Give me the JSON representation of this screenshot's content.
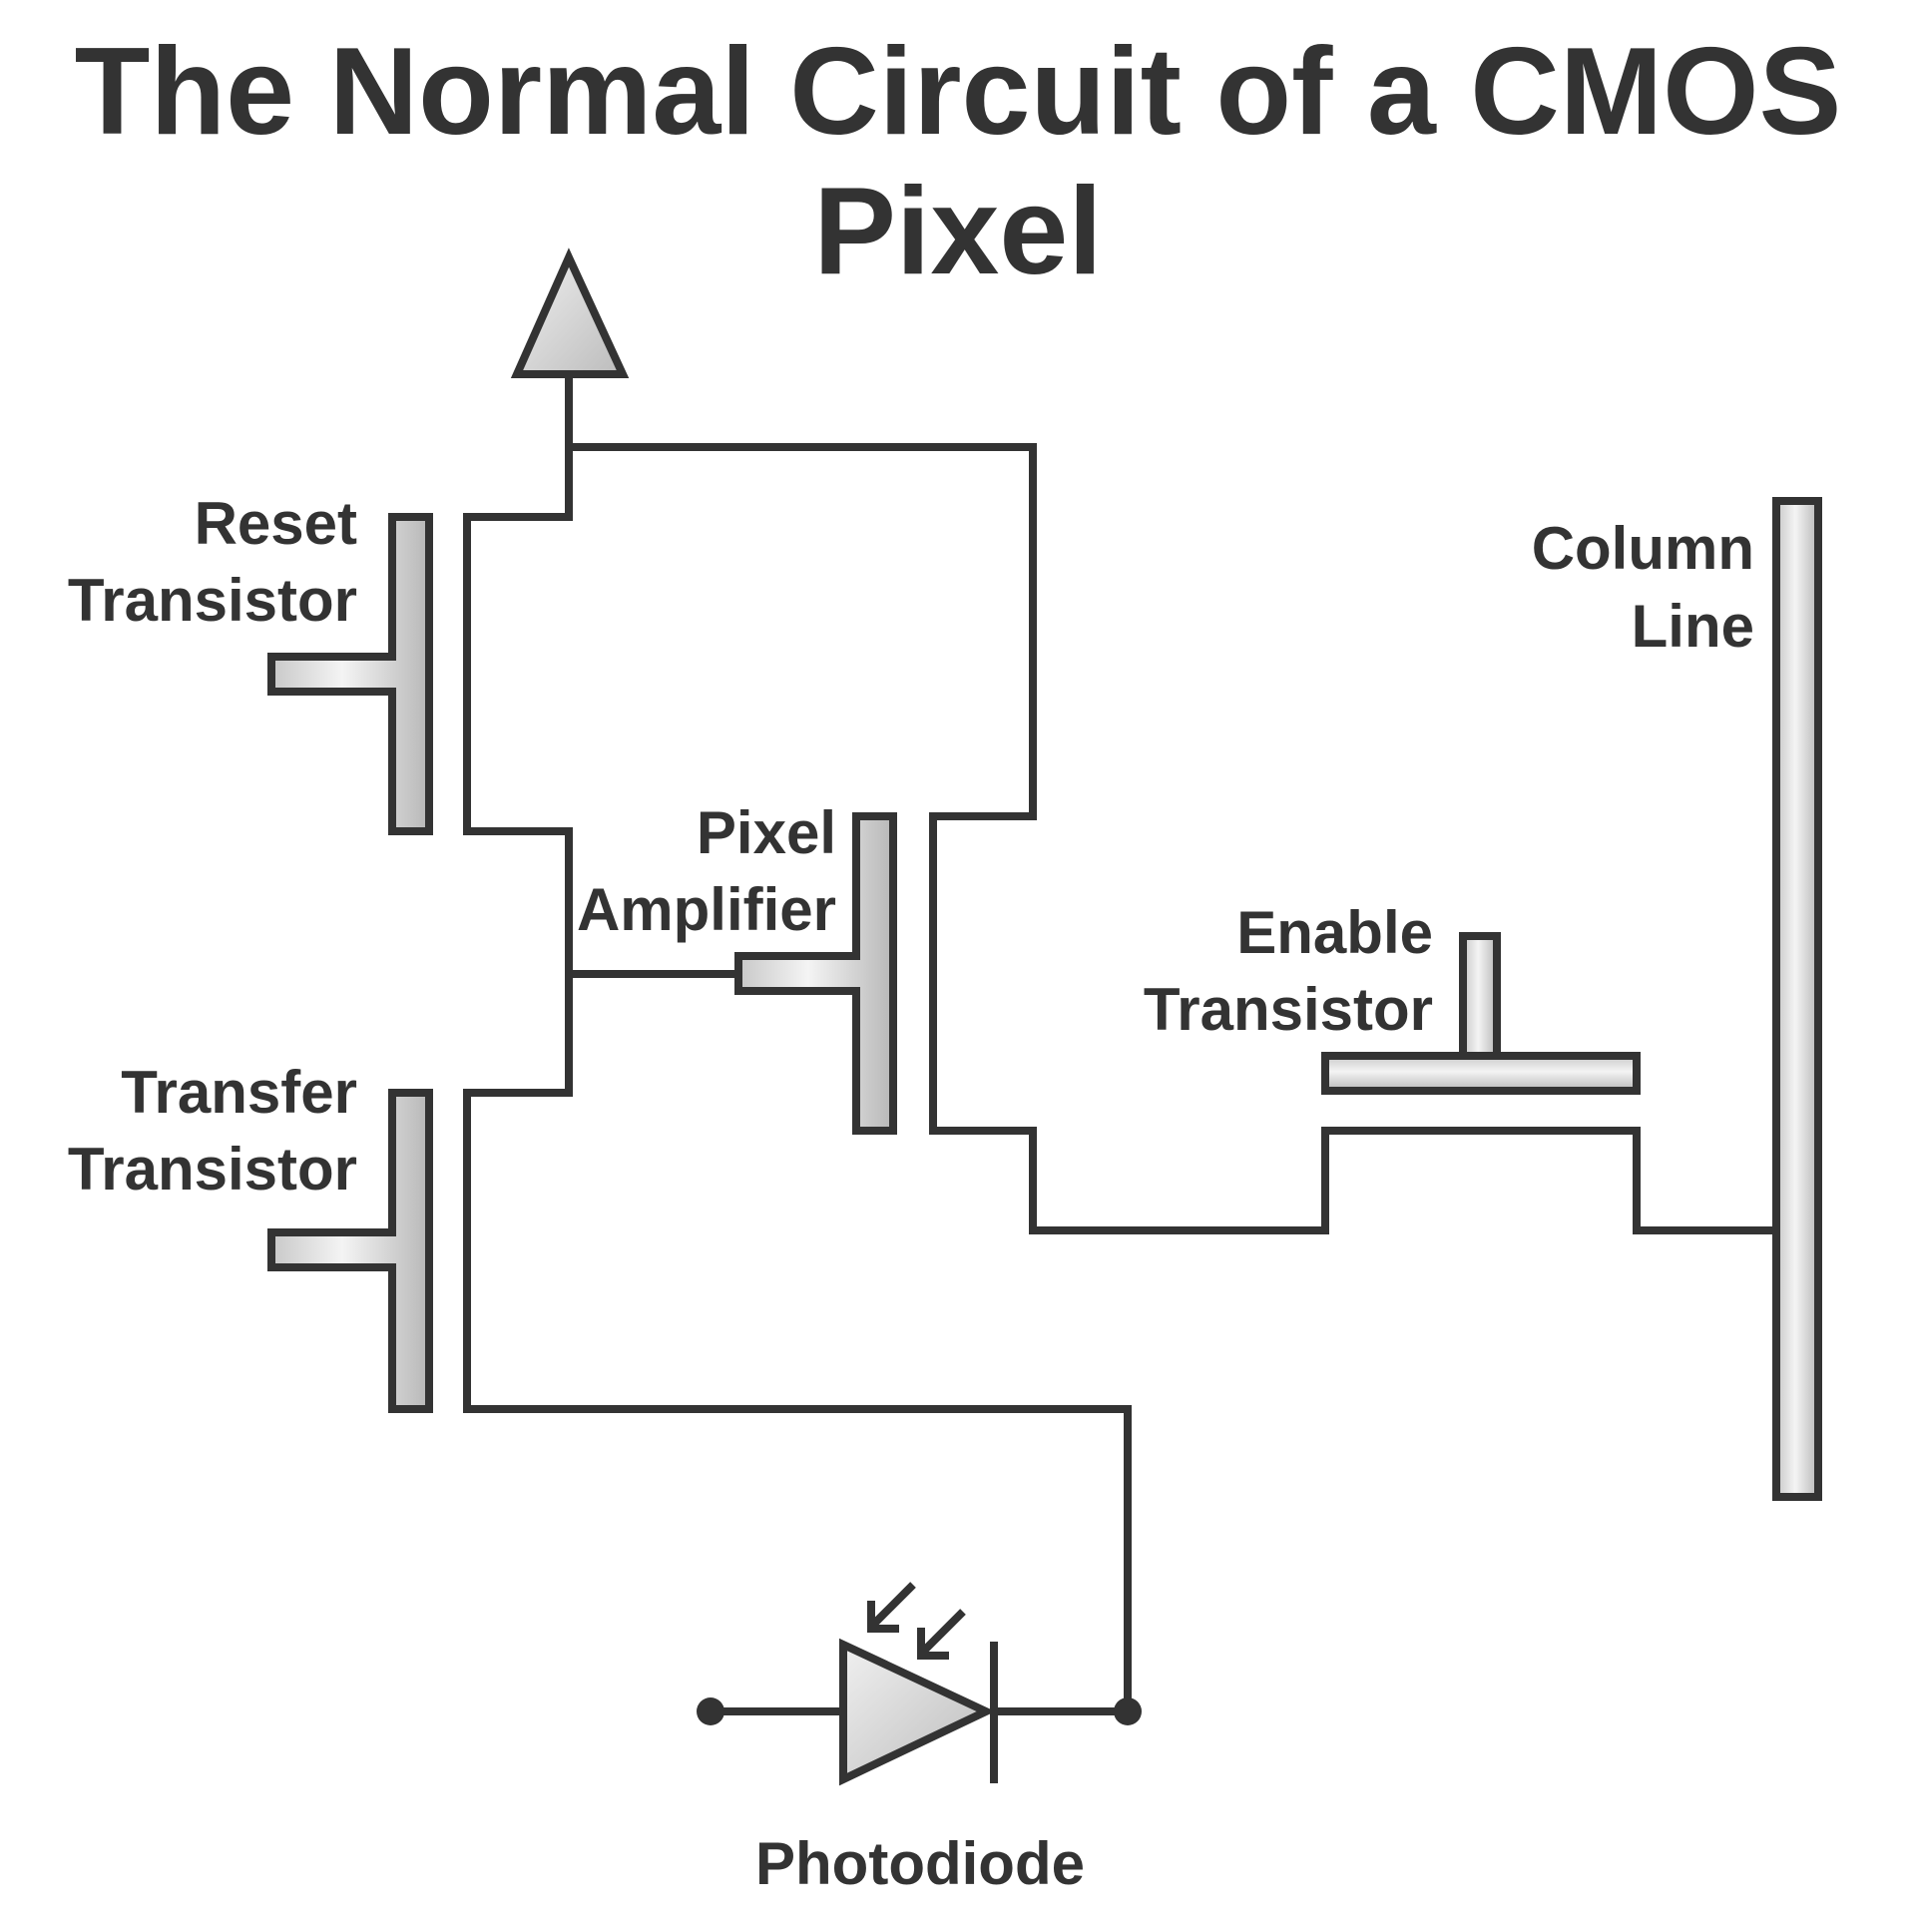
{
  "title": "The Normal Circuit of a CMOS Pixel",
  "labels": {
    "reset_line1": "Reset",
    "reset_line2": "Transistor",
    "transfer_line1": "Transfer",
    "transfer_line2": "Transistor",
    "amp_line1": "Pixel",
    "amp_line2": "Amplifier",
    "enable_line1": "Enable",
    "enable_line2": "Transistor",
    "column_line1": "Column",
    "column_line2": "Line",
    "photodiode": "Photodiode"
  },
  "colors": {
    "stroke": "#333333",
    "fill_light": "#f4f4f4",
    "fill_dark": "#c8c8c8"
  }
}
